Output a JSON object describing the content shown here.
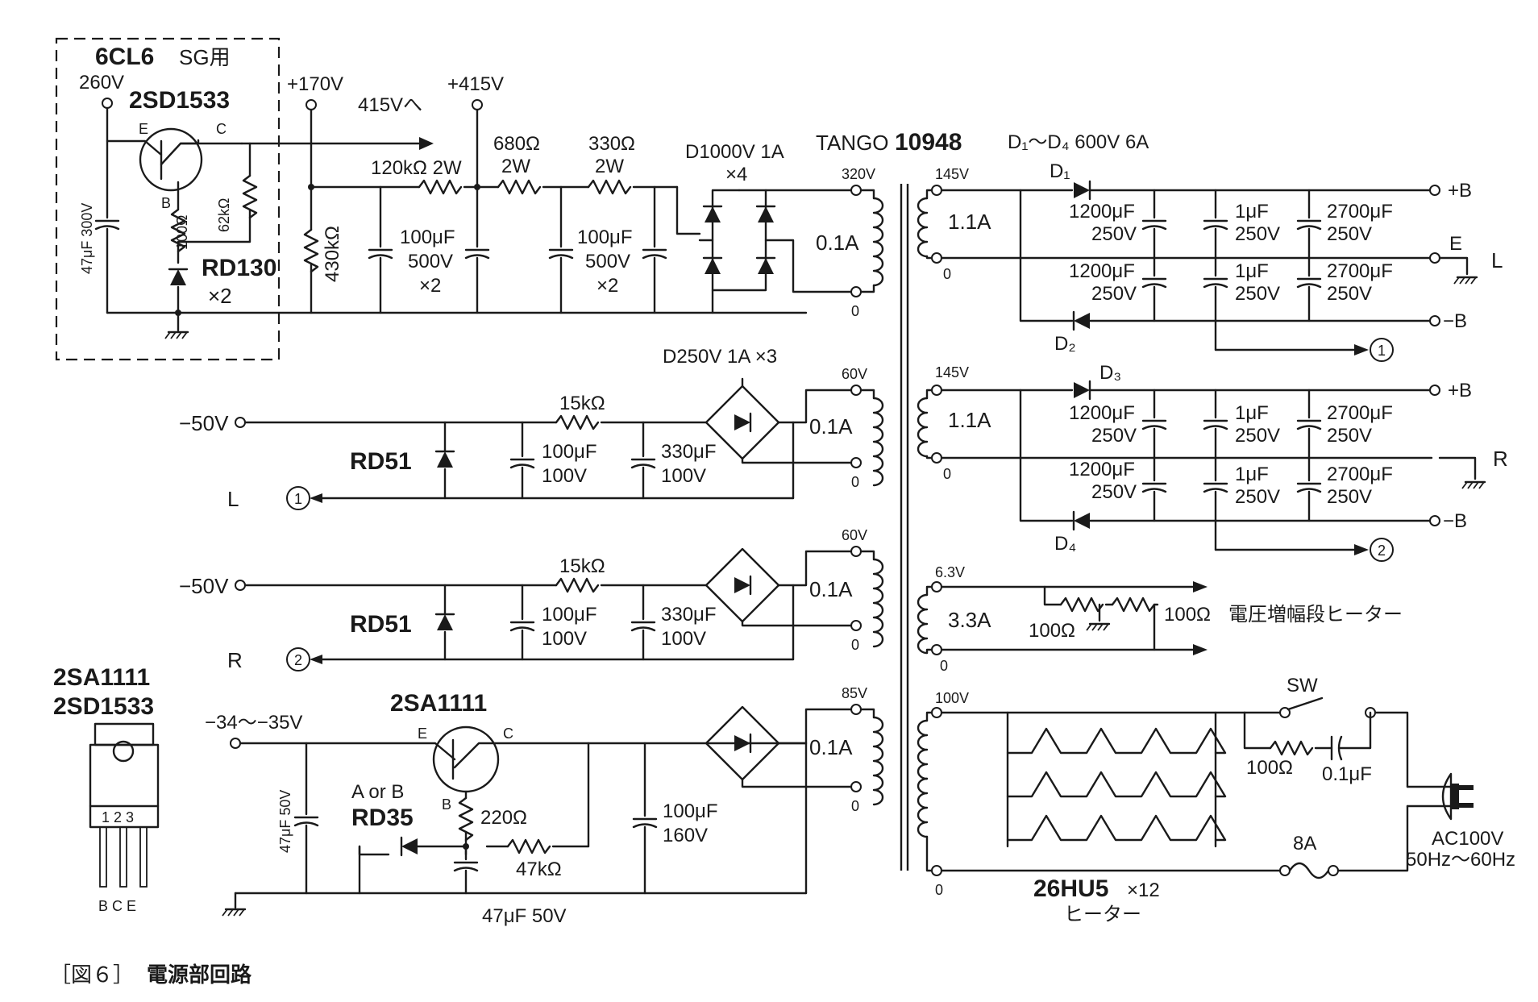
{
  "caption": {
    "fig": "［図６］",
    "title": "電源部回路"
  },
  "sg_box": {
    "title": "6CL6",
    "title_suffix": "SG用",
    "v_in": "260V",
    "transistor": "2SD1533",
    "pin_e": "E",
    "pin_c": "C",
    "pin_b": "B",
    "cap": "47μF 300V",
    "r_base": "100Ω",
    "r_bias": "62kΩ",
    "zener": "RD130",
    "zener_count": "×2"
  },
  "hv": {
    "v170": "+170V",
    "v415": "+415V",
    "arrow": "415Vへ",
    "r1": "120kΩ 2W",
    "r2a": "680Ω",
    "r2b": "2W",
    "r3a": "330Ω",
    "r3b": "2W",
    "r_bleed": "430kΩ",
    "c1a": "100μF",
    "c1b": "500V",
    "c1c": "×2",
    "c2a": "100μF",
    "c2b": "500V",
    "c2c": "×2",
    "diode": "D1000V 1A",
    "diode_count": "×4"
  },
  "transformer": {
    "brand": "TANGO",
    "model": "10948",
    "s1v": "320V",
    "s1a": "0.1A",
    "s2v": "60V",
    "s2a": "0.1A",
    "s3v": "60V",
    "s3a": "0.1A",
    "s4v": "85V",
    "s4a": "0.1A",
    "zero": "0",
    "d250": "D250V 1A ×3"
  },
  "neg_l": {
    "volt": "−50V",
    "r": "15kΩ",
    "zener": "RD51",
    "c1a": "100μF",
    "c1b": "100V",
    "c2a": "330μF",
    "c2b": "100V",
    "ch": "L",
    "node": "1"
  },
  "neg_r": {
    "volt": "−50V",
    "r": "15kΩ",
    "zener": "RD51",
    "c1a": "100μF",
    "c1b": "100V",
    "c2a": "330μF",
    "c2b": "100V",
    "ch": "R",
    "node": "2"
  },
  "reg": {
    "volt": "−34～−35V",
    "transistor": "2SA1111",
    "pin_e": "E",
    "pin_c": "C",
    "pin_b": "B",
    "cap_in": "47μF 50V",
    "zener_ab": "A or B",
    "zener": "RD35",
    "r1": "220Ω",
    "r2": "47kΩ",
    "c_b": "47μF 50V",
    "c_out_a": "100μF",
    "c_out_b": "160V"
  },
  "package": {
    "l1": "2SA1111",
    "l2": "2SD1533",
    "pins": "1 2 3",
    "pinnames": "B C E"
  },
  "main_supply": {
    "diodes": "D₁～D₄ 600V 6A",
    "sec_v": "145V",
    "sec_a": "1.1A",
    "zero": "0",
    "d1": "D₁",
    "d2": "D₂",
    "d3": "D₃",
    "d4": "D₄",
    "c_big_a": "1200μF",
    "c_big_b": "250V",
    "c_small_a": "1μF",
    "c_small_b": "250V",
    "c_out_a": "2700μF",
    "c_out_b": "250V",
    "plus_b": "+B",
    "e": "E",
    "minus_b": "−B",
    "ch_l": "L",
    "ch_r": "R",
    "n1": "1",
    "n2": "2"
  },
  "heater_amp": {
    "v": "6.3V",
    "a": "3.3A",
    "r1": "100Ω",
    "r2": "100Ω",
    "label": "電圧増幅段ヒーター"
  },
  "heater_main": {
    "v": "100V",
    "zero": "0",
    "tube": "26HU5",
    "count": "×12",
    "label": "ヒーター",
    "sw": "SW",
    "r": "100Ω",
    "c": "0.1μF",
    "fuse": "8A",
    "ac": "AC100V",
    "freq": "50Hz～60Hz"
  }
}
